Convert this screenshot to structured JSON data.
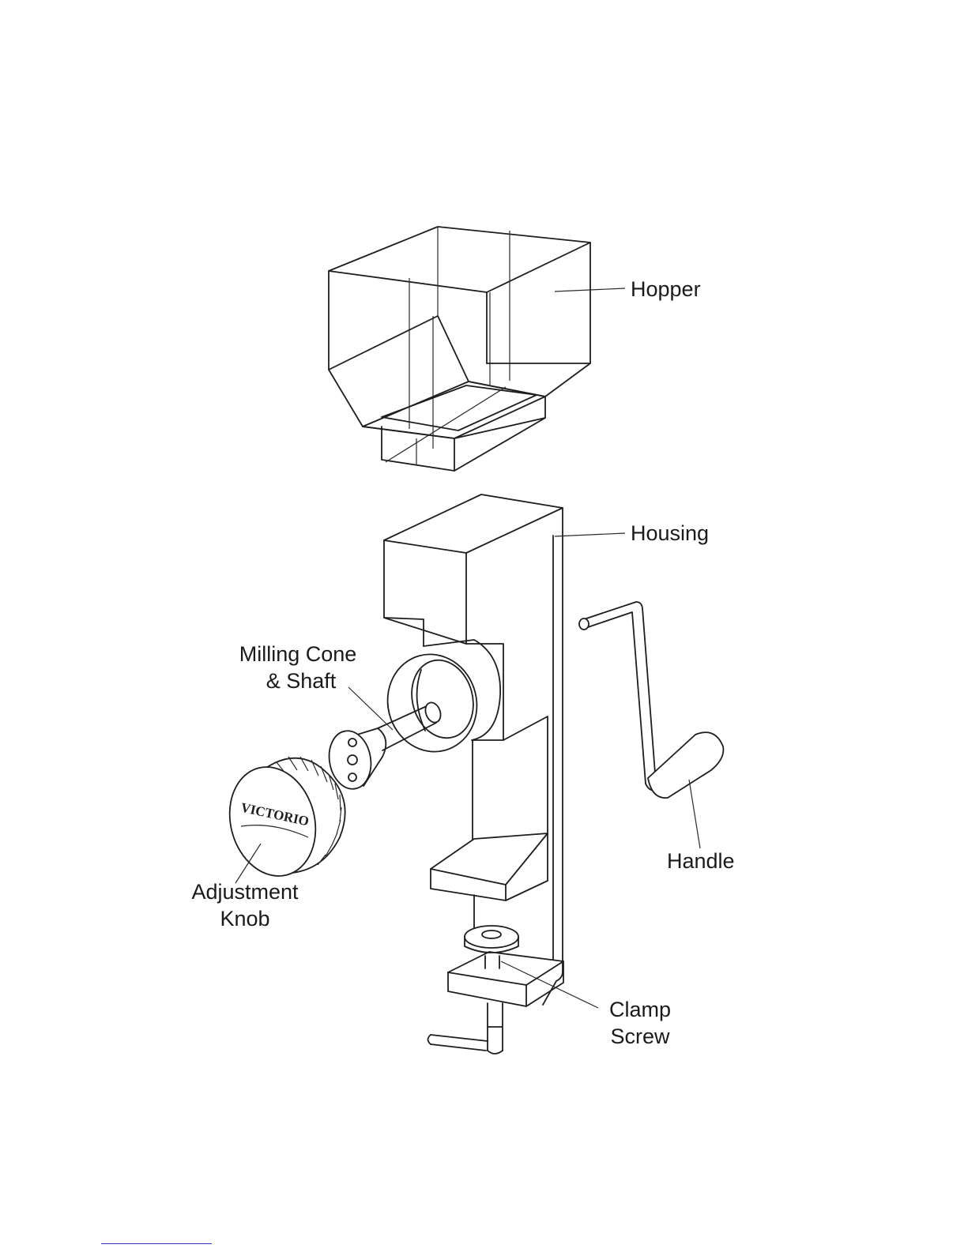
{
  "labels": {
    "hopper": "Hopper",
    "housing": "Housing",
    "milling_cone_line1": "Milling Cone",
    "milling_cone_line2": "& Shaft",
    "handle": "Handle",
    "adjustment_knob_line1": "Adjustment",
    "adjustment_knob_line2": "Knob",
    "clamp_screw_line1": "Clamp",
    "clamp_screw_line2": "Screw"
  },
  "brand": {
    "logo_text": "VICTORIO"
  },
  "colors": {
    "line": "#1e1e1e",
    "background": "#ffffff",
    "link": "#2a35c8"
  }
}
